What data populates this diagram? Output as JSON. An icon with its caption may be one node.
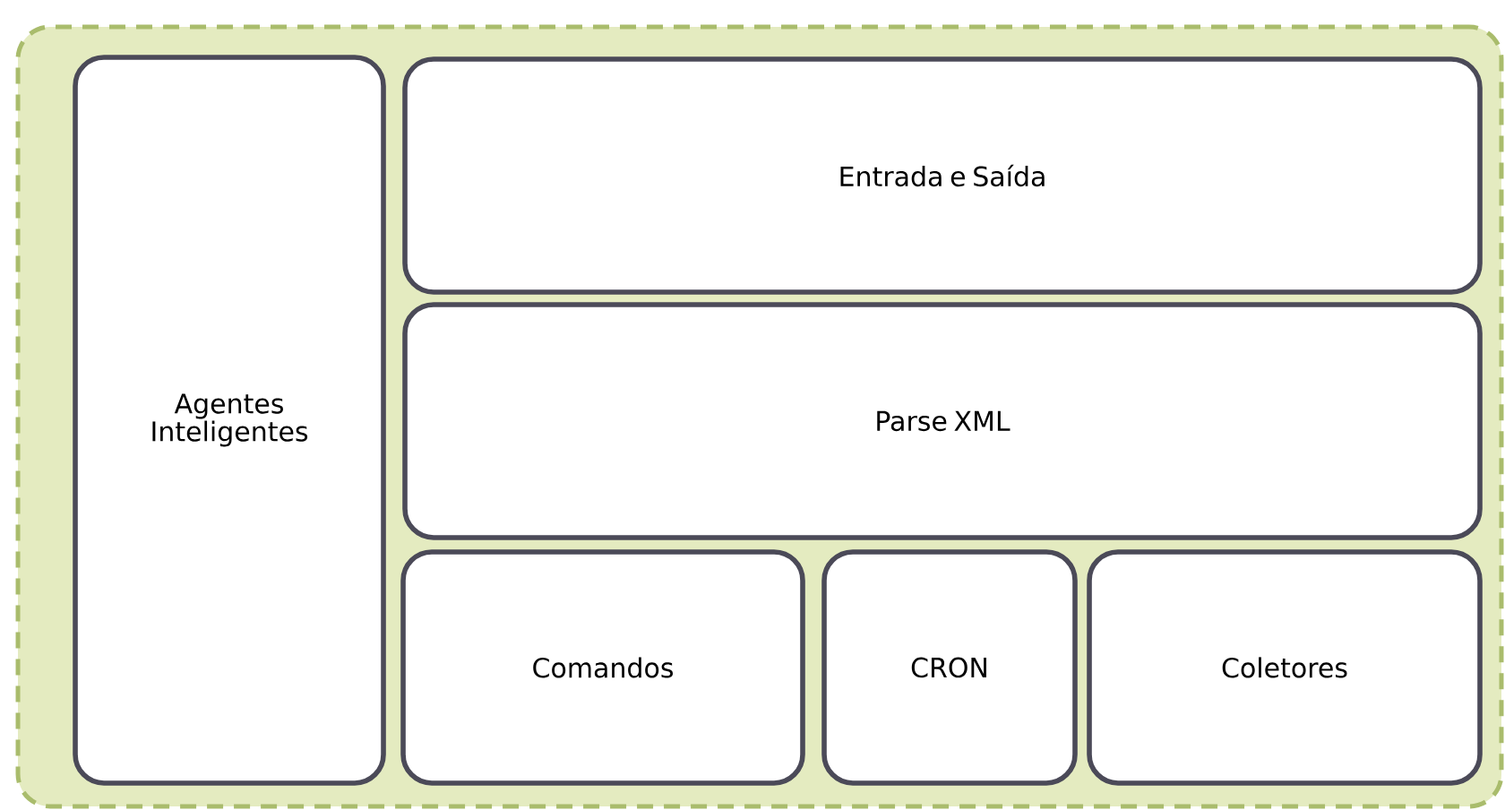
{
  "diagram": {
    "nodes": [
      {
        "text": [],
        "shape": "box"
      },
      {
        "text": [
          "Agentes Inteligentes"
        ],
        "in": 0
      },
      {
        "text": [
          "Entrada e Saída"
        ],
        "in": 0
      },
      {
        "text": [
          "Parse XML"
        ],
        "in": 0
      },
      {
        "text": [
          "Comandos"
        ],
        "in": 0
      },
      {
        "text": [
          "CRON"
        ],
        "in": 0
      },
      {
        "text": [
          "Coletores"
        ],
        "in": 0
      }
    ]
  }
}
